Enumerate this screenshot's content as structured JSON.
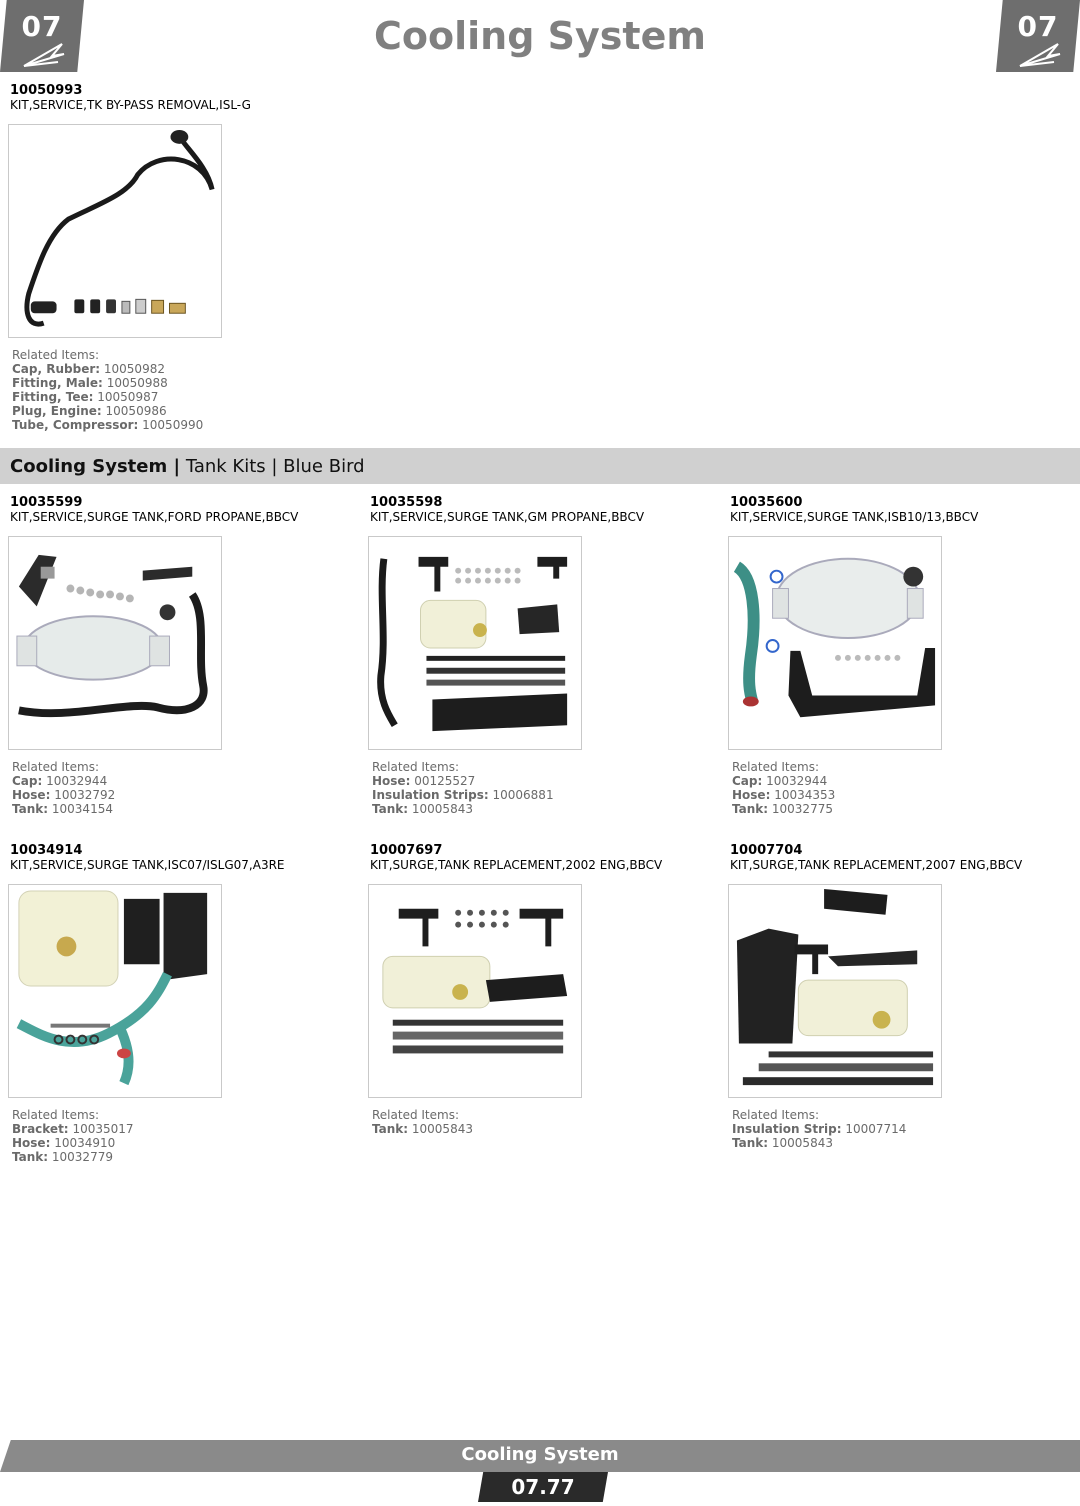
{
  "header": {
    "chapter_left": "07",
    "chapter_right": "07",
    "title": "Cooling System"
  },
  "top_item": {
    "part_number": "10050993",
    "description": "KIT,SERVICE,TK BY-PASS REMOVAL,ISL-G",
    "related_heading": "Related Items:",
    "related": [
      {
        "label": "Cap, Rubber:",
        "value": "10050982"
      },
      {
        "label": "Fitting, Male:",
        "value": "10050988"
      },
      {
        "label": "Fitting, Tee:",
        "value": "10050987"
      },
      {
        "label": "Plug, Engine:",
        "value": "10050986"
      },
      {
        "label": "Tube, Compressor:",
        "value": "10050990"
      }
    ]
  },
  "section": {
    "main": "Cooling System |",
    "sub": "Tank Kits | Blue Bird"
  },
  "items": [
    {
      "part_number": "10035599",
      "description": "KIT,SERVICE,SURGE TANK,FORD PROPANE,BBCV",
      "related_heading": "Related Items:",
      "related": [
        {
          "label": "Cap:",
          "value": "10032944"
        },
        {
          "label": "Hose:",
          "value": "10032792"
        },
        {
          "label": "Tank:",
          "value": "10034154"
        }
      ]
    },
    {
      "part_number": "10035598",
      "description": "KIT,SERVICE,SURGE TANK,GM PROPANE,BBCV",
      "related_heading": "Related Items:",
      "related": [
        {
          "label": "Hose:",
          "value": "00125527"
        },
        {
          "label": "Insulation Strips:",
          "value": "10006881"
        },
        {
          "label": "Tank:",
          "value": "10005843"
        }
      ]
    },
    {
      "part_number": "10035600",
      "description": "KIT,SERVICE,SURGE TANK,ISB10/13,BBCV",
      "related_heading": "Related Items:",
      "related": [
        {
          "label": "Cap:",
          "value": "10032944"
        },
        {
          "label": "Hose:",
          "value": "10034353"
        },
        {
          "label": "Tank:",
          "value": "10032775"
        }
      ]
    },
    {
      "part_number": "10034914",
      "description": "KIT,SERVICE,SURGE TANK,ISC07/ISLG07,A3RE",
      "related_heading": "Related Items:",
      "related": [
        {
          "label": "Bracket:",
          "value": "10035017"
        },
        {
          "label": "Hose:",
          "value": "10034910"
        },
        {
          "label": "Tank:",
          "value": "10032779"
        }
      ]
    },
    {
      "part_number": "10007697",
      "description": "KIT,SURGE,TANK REPLACEMENT,2002 ENG,BBCV",
      "related_heading": "Related Items:",
      "related": [
        {
          "label": "Tank:",
          "value": "10005843"
        }
      ]
    },
    {
      "part_number": "10007704",
      "description": "KIT,SURGE,TANK REPLACEMENT,2007 ENG,BBCV",
      "related_heading": "Related Items:",
      "related": [
        {
          "label": "Insulation Strip:",
          "value": "10007714"
        },
        {
          "label": "Tank:",
          "value": "10005843"
        }
      ]
    }
  ],
  "footer": {
    "title": "Cooling System",
    "page": "07.77"
  }
}
